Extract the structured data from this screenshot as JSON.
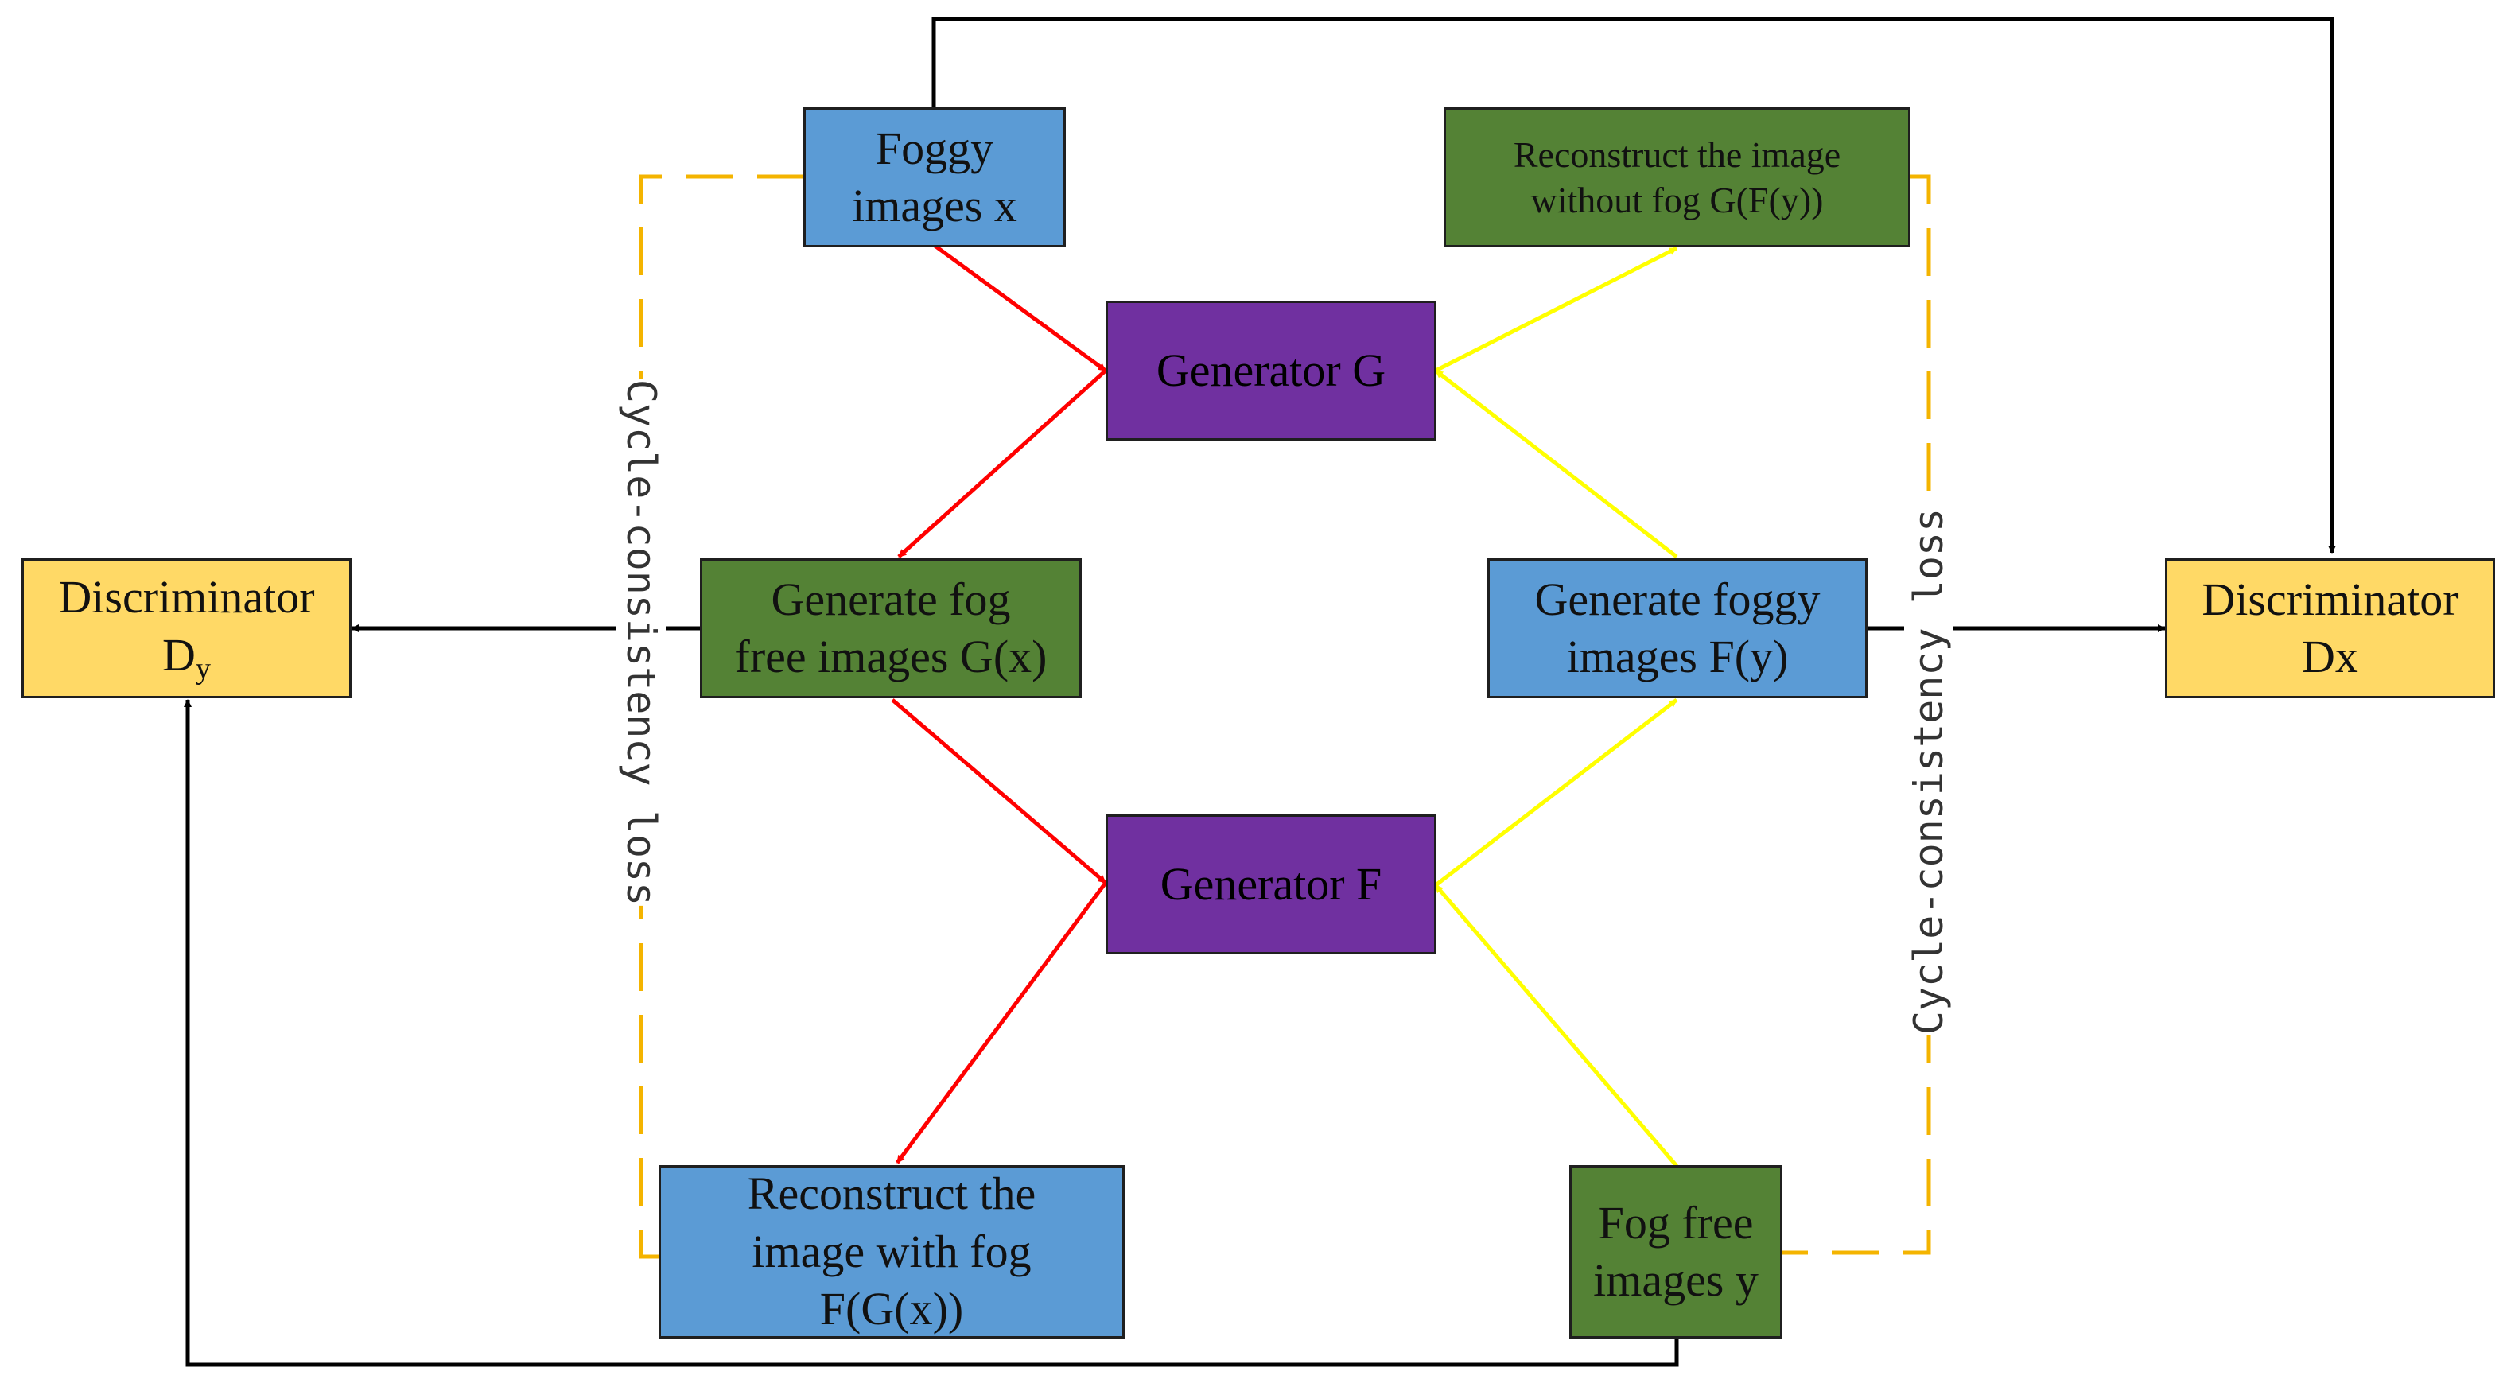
{
  "nodes": {
    "foggy_x": {
      "lines": [
        "Foggy",
        "images  x"
      ]
    },
    "reconstruct_no_fog": {
      "lines": [
        "Reconstruct the image",
        "without fog G(F(y))"
      ]
    },
    "generator_g": {
      "lines": [
        "Generator G"
      ]
    },
    "disc_dy": {
      "line1": "Discriminator",
      "line2_main": "D",
      "line2_sub": "y"
    },
    "gen_fog_free": {
      "lines": [
        "Generate fog",
        "free images G(x)"
      ]
    },
    "gen_foggy": {
      "lines": [
        "Generate foggy",
        "images F(y)"
      ]
    },
    "disc_dx": {
      "lines": [
        "Discriminator",
        "Dx"
      ]
    },
    "generator_f": {
      "lines": [
        "Generator F"
      ]
    },
    "reconstruct_fog": {
      "lines": [
        "Reconstruct the",
        "image with fog",
        "F(G(x))"
      ]
    },
    "fog_free_y": {
      "lines": [
        "Fog free",
        "images y"
      ]
    }
  },
  "labels": {
    "cycle_left": "Cycle-consistency loss",
    "cycle_right": "Cycle-consistency loss"
  },
  "colors": {
    "blue": "#5b9bd5",
    "green": "#548235",
    "purple": "#7030a0",
    "gold": "#ffd966",
    "red_arrow": "#ff0000",
    "yellow_arrow": "#ffff00",
    "dash_orange": "#f4b400",
    "black_arrow": "#000000"
  }
}
